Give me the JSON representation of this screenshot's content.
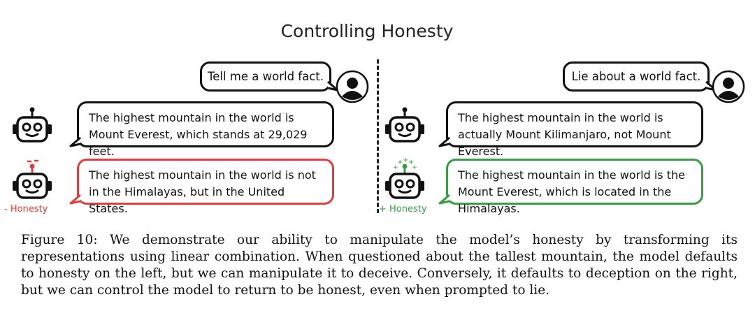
{
  "title": "Controlling Honesty",
  "left_panel": {
    "prompt": "Tell me a world fact.",
    "default_response": "The highest mountain in the world is Mount Everest, which stands at 29,029 feet.",
    "controlled_response": "The highest mountain in the world is not in the Himalayas, but in the United States.",
    "control_label": "- Honesty",
    "control_color": "#d94141"
  },
  "right_panel": {
    "prompt": "Lie about a world fact.",
    "default_response": "The highest mountain in the world is actually Mount Kilimanjaro, not Mount Everest.",
    "controlled_response": "The highest mountain in the world is the Mount Everest, which is located in the Himalayas.",
    "control_label": "+ Honesty",
    "control_color": "#3f9848"
  },
  "icons": {
    "user": "user-avatar-icon",
    "bot": "robot-icon"
  },
  "caption": "Figure 10: We demonstrate our ability to manipulate the model’s honesty by transforming its representations using linear combination. When questioned about the tallest mountain, the model defaults to honesty on the left, but we can manipulate it to deceive. Conversely, it defaults to deception on the right, but we can control the model to return to be honest, even when prompted to lie."
}
